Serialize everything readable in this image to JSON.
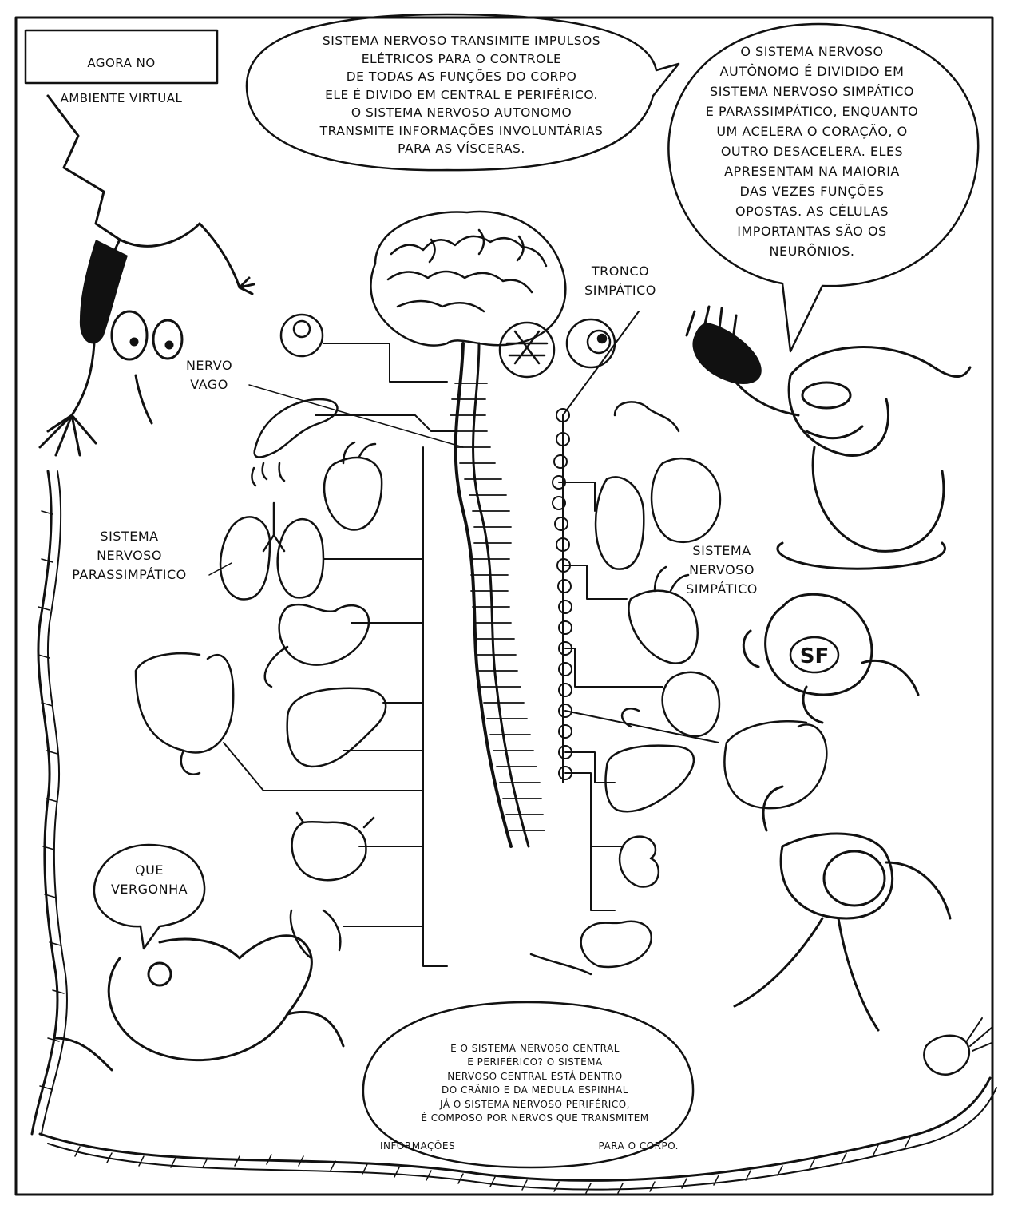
{
  "caption": {
    "line1": "AGORA NO",
    "line2": "AMBIENTE VIRTUAL"
  },
  "bubble_top": "SISTEMA NERVOSO TRANSIMITE IMPULSOS\nELÉTRICOS PARA O CONTROLE\nDE TODAS AS FUNÇÕES DO CORPO\nELE É DIVIDO EM CENTRAL E PERIFÉRICO.\nO SISTEMA NERVOSO AUTONOMO\nTRANSMITE INFORMAÇÕES INVOLUNTÁRIAS\nPARA AS VÍSCERAS.",
  "bubble_right": "O SISTEMA NERVOSO\nAUTÔNOMO É DIVIDIDO EM\nSISTEMA NERVOSO SIMPÁTICO\nE PARASSIMPÁTICO, ENQUANTO\nUM ACELERA O CORAÇÃO, O\nOUTRO DESACELERA. ELES\nAPRESENTAM NA MAIORIA\nDAS VEZES FUNÇÕES\nOPOSTAS. AS CÉLULAS\nIMPORTANTAS SÃO OS\nNEURÔNIOS.",
  "bubble_bottom": {
    "body": "E O SISTEMA NERVOSO CENTRAL\nE PERIFÉRICO? O SISTEMA\nNERVOSO CENTRAL ESTÁ DENTRO\nDO CRÂNIO E DA MEDULA ESPINHAL\nJÁ O SISTEMA NERVOSO PERIFÉRICO,\nÉ COMPOSO POR NERVOS QUE TRANSMITEM",
    "last_left": "INFORMAÇÕES",
    "last_right": "PARA O CORPO."
  },
  "bubble_small": "QUE\nVERGONHA",
  "labels": {
    "nervo_vago": "NERVO\nVAGO",
    "tronco_simpatico": "TRONCO\nSIMPÁTICO",
    "parassimpatico": "SISTEMA\nNERVOSO\nPARASSIMPÁTICO",
    "simpatico": "SISTEMA\nNERVOSO\nSIMPÁTICO"
  },
  "badge": "SF",
  "colors": {
    "ink": "#111111",
    "paper": "#ffffff"
  }
}
